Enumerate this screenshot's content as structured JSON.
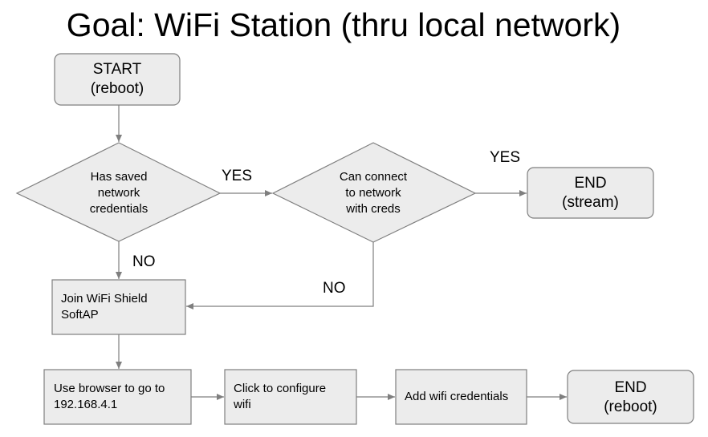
{
  "title": "Goal: WiFi Station (thru local network)",
  "nodes": {
    "start": {
      "line1": "START",
      "line2": "(reboot)"
    },
    "saved_creds": {
      "line1": "Has saved",
      "line2": "network",
      "line3": "credentials"
    },
    "can_connect": {
      "line1": "Can connect",
      "line2": "to network",
      "line3": "with creds"
    },
    "end_stream": {
      "line1": "END",
      "line2": "(stream)"
    },
    "join_softap": {
      "line1": "Join WiFi Shield",
      "line2": "SoftAP"
    },
    "use_browser": {
      "line1": "Use browser to go to",
      "line2": "192.168.4.1"
    },
    "click_configure": {
      "line1": "Click to configure",
      "line2": "wifi"
    },
    "add_credentials": {
      "line1": "Add wifi credentials"
    },
    "end_reboot": {
      "line1": "END",
      "line2": "(reboot)"
    }
  },
  "edge_labels": {
    "saved_yes": "YES",
    "saved_no": "NO",
    "connect_yes": "YES",
    "connect_no": "NO"
  },
  "colors": {
    "node_fill": "#ececec",
    "node_stroke": "#7f7f7f",
    "line": "#7f7f7f"
  }
}
